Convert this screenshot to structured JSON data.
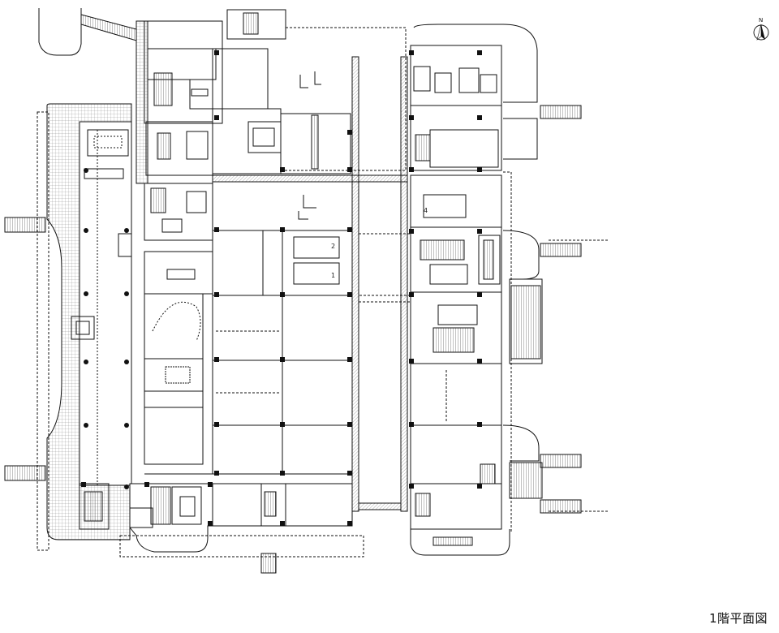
{
  "drawing": {
    "caption": "1階平面図",
    "north_letter": "N",
    "room_labels": [
      "1",
      "2",
      "4"
    ]
  },
  "icons": {
    "north_arrow": "north-arrow-icon"
  },
  "colors": {
    "line": "#111111",
    "hatch": "#888888",
    "background": "#ffffff"
  }
}
